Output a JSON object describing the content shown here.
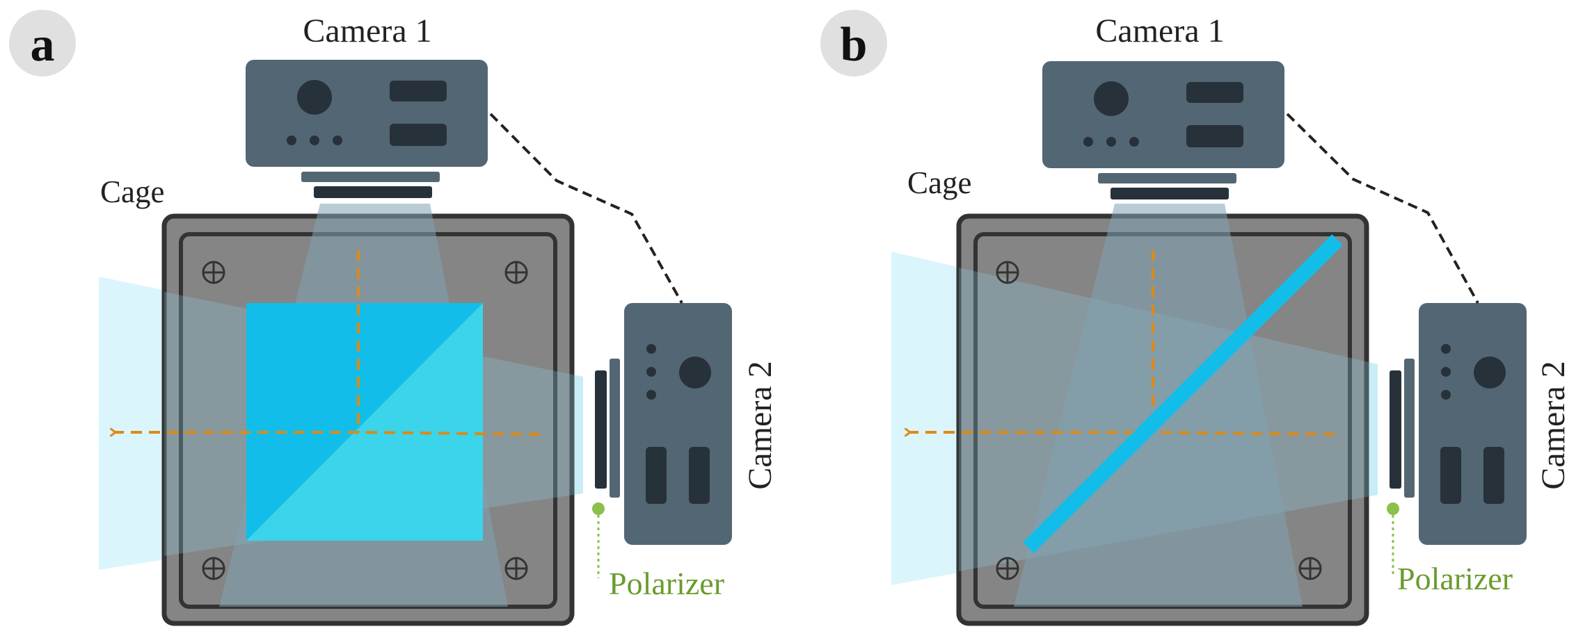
{
  "colors": {
    "camera_body": "#536674",
    "camera_dark": "#27313a",
    "cage_frame": "#333333",
    "cage_fill": "#858585",
    "beam_light": "#cff1fb",
    "beam_view": "#7fa2b3",
    "prism_blue": "#12bee9",
    "prism_cyan": "#3bd4ea",
    "arrow_orange": "#dd8a16",
    "polarizer_green": "#6a9c2e",
    "polarizer_dot": "#8cc04a",
    "badge_gray": "#e0e0e0",
    "text_dark": "#222222"
  },
  "panels": [
    {
      "badge": "a",
      "camera_top_label": "Camera 1",
      "camera_side_label": "Camera 2",
      "cage_label": "Cage",
      "polarizer_label": "Polarizer",
      "splitter": "cube"
    },
    {
      "badge": "b",
      "camera_top_label": "Camera 1",
      "camera_side_label": "Camera 2",
      "cage_label": "Cage",
      "polarizer_label": "Polarizer",
      "splitter": "plate"
    }
  ]
}
